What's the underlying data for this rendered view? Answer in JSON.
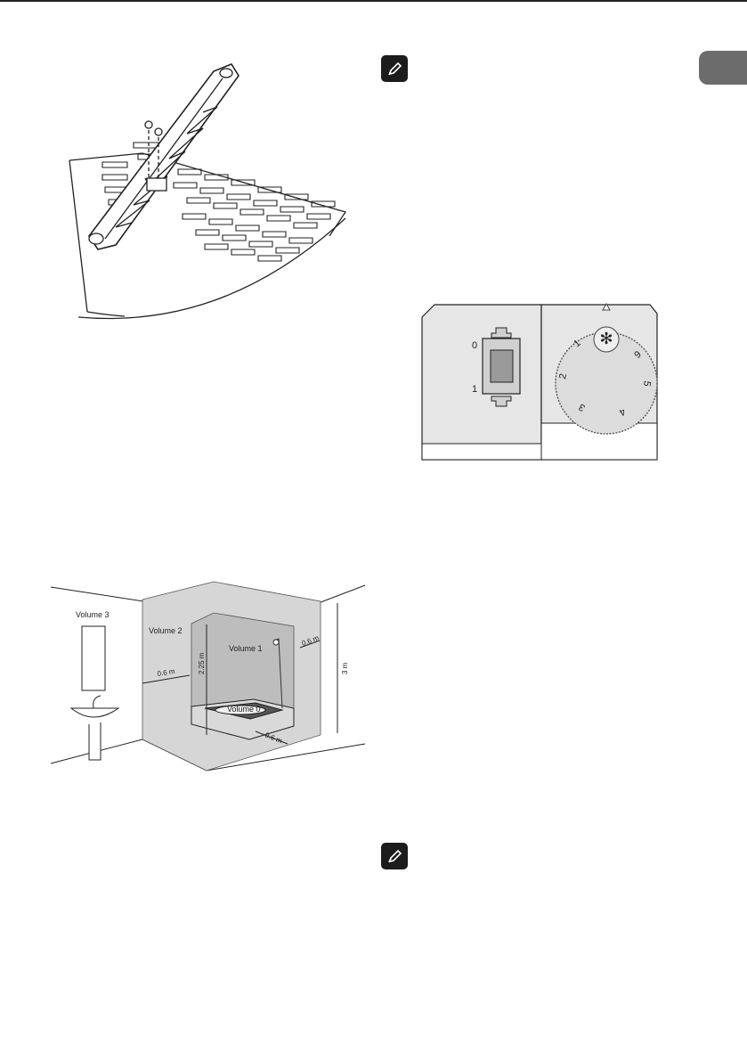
{
  "page": {
    "language_tab_color": "#6c6c6c",
    "note_icon_name": "pencil-note-icon"
  },
  "bathroom_figure": {
    "volume_3": "Volume 3",
    "volume_2": "Volume 2",
    "volume_1": "Volume 1",
    "volume_0": "Volume 0",
    "dim_side": "0.6 m",
    "dim_right": "0.6 m",
    "dim_bottom": "0.6 m",
    "dim_height_inner": "2.25 m",
    "dim_height_total": "3 m"
  },
  "control_panel": {
    "switch_label_off": "0",
    "switch_label_on": "1",
    "dial_numbers": [
      "1",
      "2",
      "3",
      "4",
      "5",
      "6"
    ],
    "dial_frost_symbol": "✻"
  }
}
